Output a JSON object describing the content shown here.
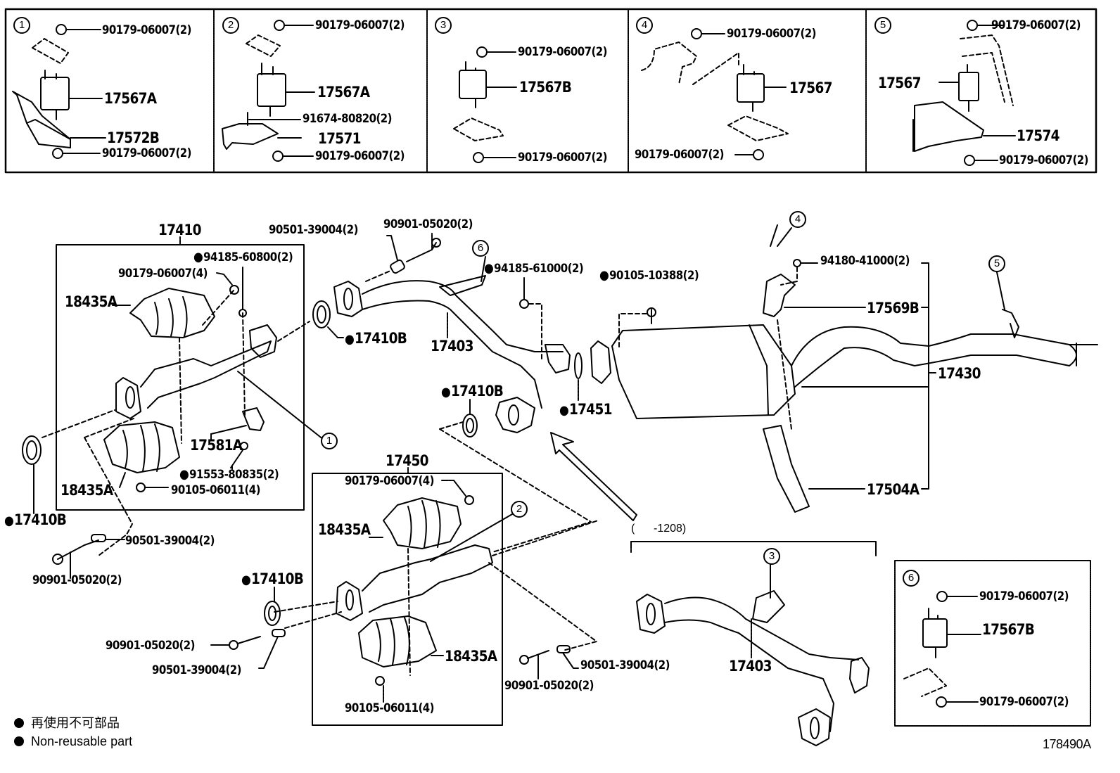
{
  "diagram": {
    "title_code": "178490A",
    "legend": {
      "japanese": "再使用不可部品",
      "english": "Non-reusable part"
    },
    "range_note": "(      -1208)",
    "insets": [
      {
        "number": "1",
        "parts": [
          {
            "code": "90179-06007(2)",
            "non_reusable": false
          },
          {
            "code": "17567A",
            "non_reusable": false
          },
          {
            "code": "17572B",
            "non_reusable": false
          },
          {
            "code": "90179-06007(2)",
            "non_reusable": false
          }
        ]
      },
      {
        "number": "2",
        "parts": [
          {
            "code": "90179-06007(2)",
            "non_reusable": false
          },
          {
            "code": "17567A",
            "non_reusable": false
          },
          {
            "code": "91674-80820(2)",
            "non_reusable": false
          },
          {
            "code": "17571",
            "non_reusable": false
          },
          {
            "code": "90179-06007(2)",
            "non_reusable": false
          }
        ]
      },
      {
        "number": "3",
        "parts": [
          {
            "code": "90179-06007(2)",
            "non_reusable": false
          },
          {
            "code": "17567B",
            "non_reusable": false
          },
          {
            "code": "90179-06007(2)",
            "non_reusable": false
          }
        ]
      },
      {
        "number": "4",
        "parts": [
          {
            "code": "90179-06007(2)",
            "non_reusable": false
          },
          {
            "code": "17567",
            "non_reusable": false
          },
          {
            "code": "90179-06007(2)",
            "non_reusable": false
          }
        ]
      },
      {
        "number": "5",
        "parts": [
          {
            "code": "90179-06007(2)",
            "non_reusable": false
          },
          {
            "code": "17567",
            "non_reusable": false
          },
          {
            "code": "17574",
            "non_reusable": false
          },
          {
            "code": "90179-06007(2)",
            "non_reusable": false
          }
        ]
      },
      {
        "number": "6",
        "parts": [
          {
            "code": "90179-06007(2)",
            "non_reusable": false
          },
          {
            "code": "17567B",
            "non_reusable": false
          },
          {
            "code": "90179-06007(2)",
            "non_reusable": false
          }
        ]
      }
    ],
    "assembly_17410": {
      "code": "17410",
      "parts": [
        {
          "code": "94185-60800(2)",
          "non_reusable": true
        },
        {
          "code": "90179-06007(4)",
          "non_reusable": false
        },
        {
          "code": "18435A",
          "non_reusable": false
        },
        {
          "code": "17581A",
          "non_reusable": false
        },
        {
          "code": "91553-80835(2)",
          "non_reusable": true
        },
        {
          "code": "18435A",
          "non_reusable": false
        },
        {
          "code": "90105-06011(4)",
          "non_reusable": false
        }
      ],
      "callout": "1"
    },
    "assembly_17450": {
      "code": "17450",
      "parts": [
        {
          "code": "90179-06007(4)",
          "non_reusable": false
        },
        {
          "code": "18435A",
          "non_reusable": false
        },
        {
          "code": "18435A",
          "non_reusable": false
        },
        {
          "code": "90105-06011(4)",
          "non_reusable": false
        }
      ],
      "callout": "2"
    },
    "main_parts": {
      "gasket_left": {
        "code": "17410B",
        "non_reusable": true
      },
      "bolt_left": {
        "code": "90901-05020(2)",
        "non_reusable": false
      },
      "spring_left": {
        "code": "90501-39004(2)",
        "non_reusable": false
      },
      "spring_top": {
        "code": "90501-39004(2)",
        "non_reusable": false
      },
      "bolt_top": {
        "code": "90901-05020(2)",
        "non_reusable": false
      },
      "gasket_top": {
        "code": "17410B",
        "non_reusable": true
      },
      "front_pipe": {
        "code": "17403",
        "non_reusable": false
      },
      "nut_94185": {
        "code": "94185-61000(2)",
        "non_reusable": true
      },
      "bolt_90105": {
        "code": "90105-10388(2)",
        "non_reusable": true
      },
      "gasket_mid": {
        "code": "17410B",
        "non_reusable": true
      },
      "gasket_17451": {
        "code": "17451",
        "non_reusable": true
      },
      "nut_94180": {
        "code": "94180-41000(2)",
        "non_reusable": false
      },
      "bracket_17569B": {
        "code": "17569B",
        "non_reusable": false
      },
      "tail_pipe": {
        "code": "17430",
        "non_reusable": false
      },
      "bracket_17504A": {
        "code": "17504A",
        "non_reusable": false
      },
      "gasket_lower": {
        "code": "17410B",
        "non_reusable": true
      },
      "bolt_lower": {
        "code": "90901-05020(2)",
        "non_reusable": false
      },
      "spring_lower": {
        "code": "90501-39004(2)",
        "non_reusable": false
      },
      "bolt_right_lower": {
        "code": "90901-05020(2)",
        "non_reusable": false
      },
      "spring_right_lower": {
        "code": "90501-39004(2)",
        "non_reusable": false
      },
      "front_pipe_alt": {
        "code": "17403",
        "non_reusable": false
      }
    },
    "callouts": {
      "c1": "1",
      "c2": "2",
      "c3": "3",
      "c4": "4",
      "c5": "5",
      "c6": "6"
    }
  }
}
